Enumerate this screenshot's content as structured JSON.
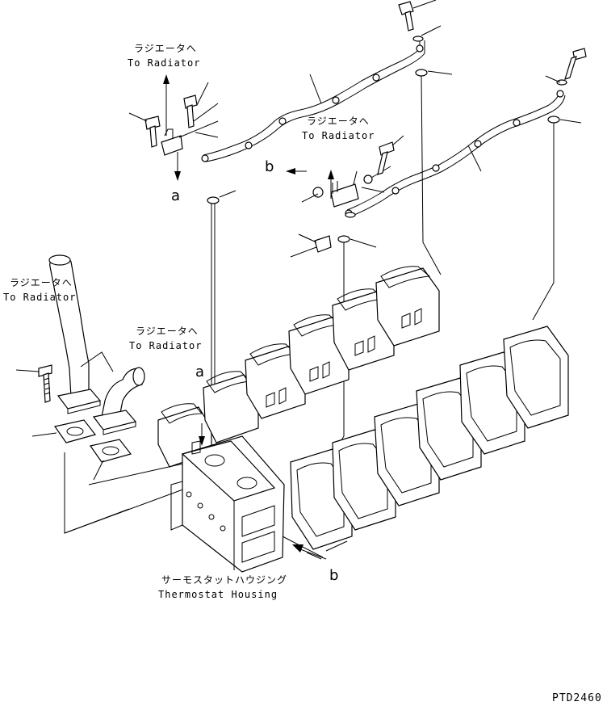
{
  "labels": {
    "radiator_top_jp": "ラジエータへ",
    "radiator_top_en": "To Radiator",
    "radiator_mid_jp": "ラジエータへ",
    "radiator_mid_en": "To Radiator",
    "radiator_left_jp": "ラジエータへ",
    "radiator_left_en": "To Radiator",
    "radiator_low_jp": "ラジエータへ",
    "radiator_low_en": "To Radiator",
    "thermostat_jp": "サーモスタットハウジング",
    "thermostat_en": "Thermostat Housing",
    "ref_a_upper": "a",
    "ref_a_lower": "a",
    "ref_b_upper": "b",
    "ref_b_lower": "b",
    "drawing_code": "PTD2460"
  }
}
